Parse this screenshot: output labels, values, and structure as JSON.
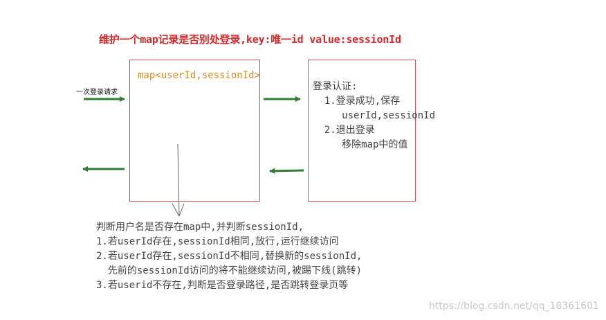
{
  "title": "维护一个map记录是否别处登录,key:唯一id value:sessionId",
  "map_box": {
    "label": "map<userId,sessionId>"
  },
  "request_label": "一次登录请求",
  "auth_box": {
    "lines": [
      "登录认证:",
      "  1.登录成功,保存",
      "     userId,sessionId",
      "  2.退出登录",
      "     移除map中的值"
    ]
  },
  "notes": [
    "判断用户名是否存在map中,并判断sessionId,",
    "1.若userId存在,sessionId相同,放行,运行继续访问",
    "2.若userId存在,sessionId不相同,替换新的sessionId,",
    "  先前的sessionId访问的将不能继续访问,被踢下线(跳转)",
    "3.若userid不存在,判断是否登录路径,是否跳转登录页等"
  ],
  "watermark": "https://blog.csdn.net/qq_18361601",
  "colors": {
    "arrow": "#2e7d32",
    "box_border": "#d94a4a",
    "title": "#d42a2a",
    "map_label": "#e0891f"
  }
}
